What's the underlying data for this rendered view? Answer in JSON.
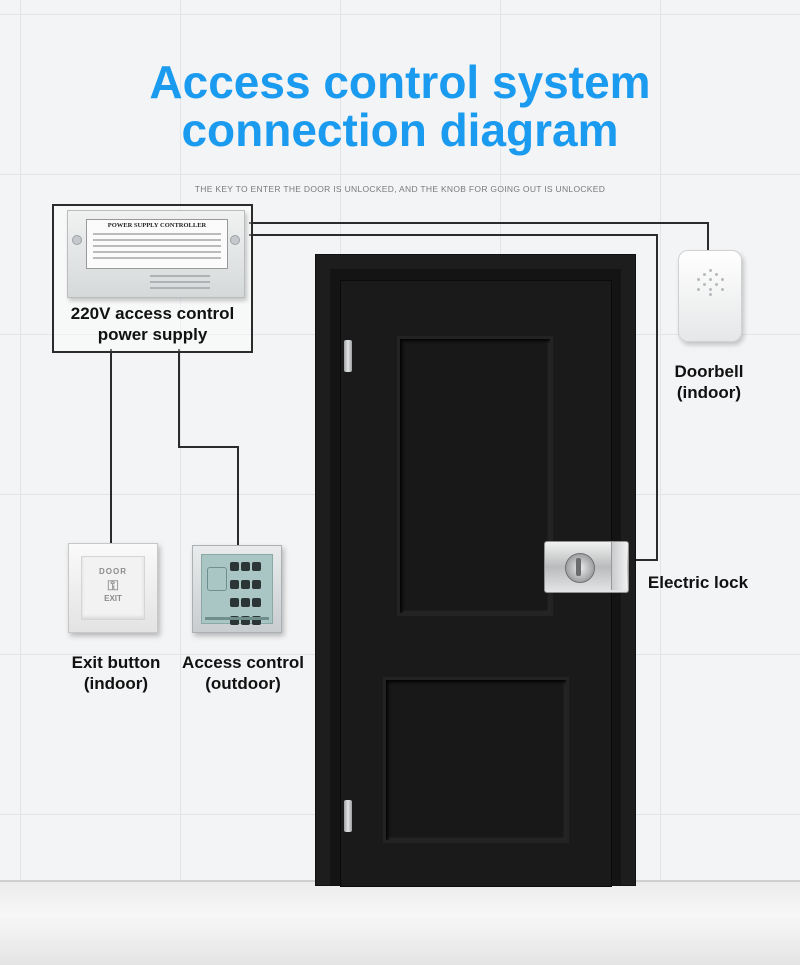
{
  "title": {
    "line1": "Access control system",
    "line2": "connection diagram"
  },
  "subtitle": "THE KEY TO ENTER THE DOOR IS UNLOCKED, AND THE KNOB FOR GOING OUT IS UNLOCKED",
  "components": {
    "power_supply": {
      "label_line1": "220V access control",
      "label_line2": "power supply",
      "panel_heading": "POWER SUPPLY CONTROLLER"
    },
    "doorbell": {
      "label_line1": "Doorbell",
      "label_line2": "(indoor)"
    },
    "electric_lock": {
      "label": "Electric lock"
    },
    "exit_button": {
      "label_line1": "Exit button",
      "label_line2": "(indoor)",
      "face_top": "DOOR",
      "face_bottom": "EXIT"
    },
    "access_control": {
      "label_line1": "Access control",
      "label_line2": "(outdoor)"
    }
  },
  "colors": {
    "title": "#1a9bf0",
    "wire": "#2b2b2b",
    "door": "#1a1a1a"
  }
}
